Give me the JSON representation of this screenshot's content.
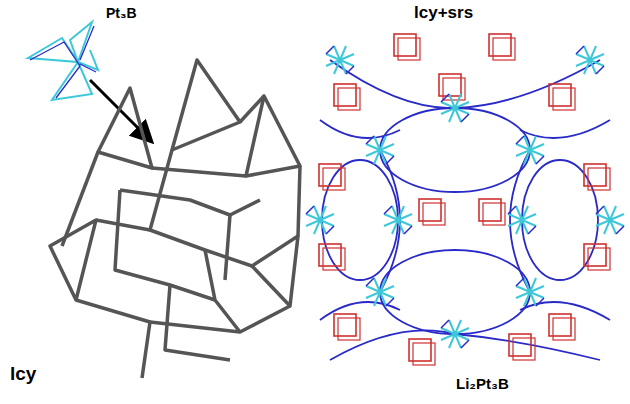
{
  "diagram": {
    "labels": [
      "Pt₃B",
      "lcy",
      "lcy+srs",
      "Li₂Pt₃B"
    ]
  }
}
